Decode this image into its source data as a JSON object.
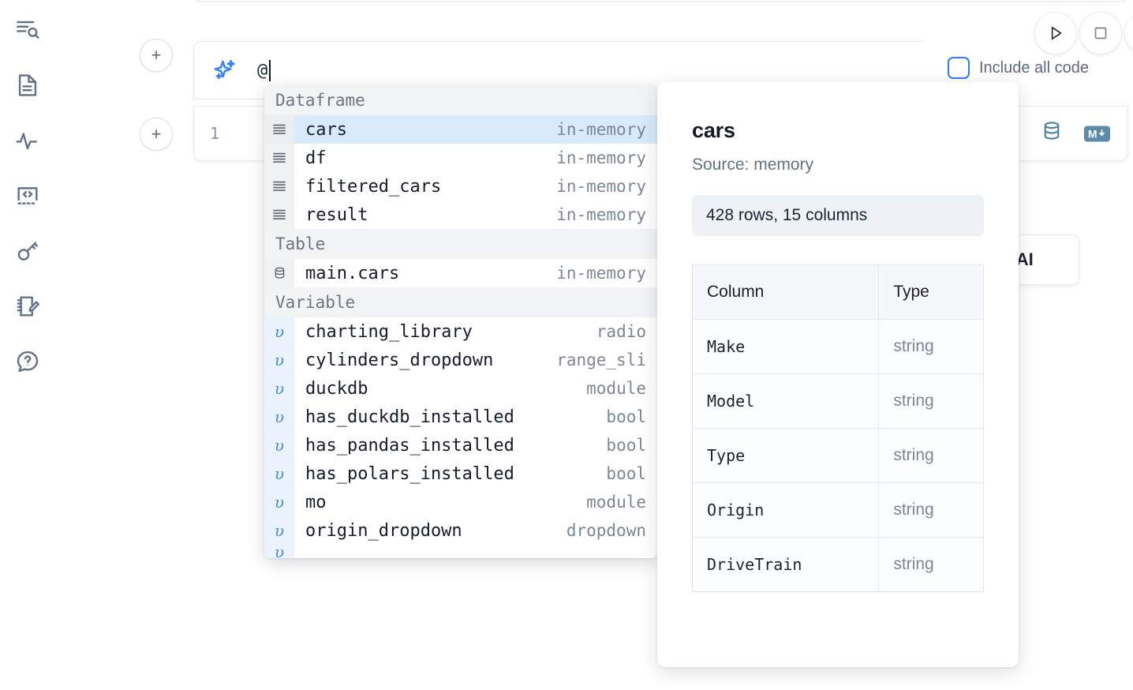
{
  "rail": {
    "items": [
      {
        "name": "explore-icon",
        "label": "Explore"
      },
      {
        "name": "file-icon",
        "label": "Files"
      },
      {
        "name": "activity-icon",
        "label": "Variables"
      },
      {
        "name": "code-snippet-icon",
        "label": "Snippets"
      },
      {
        "name": "key-icon",
        "label": "Secrets"
      },
      {
        "name": "notebook-edit-icon",
        "label": "Scratchpad"
      },
      {
        "name": "help-chat-icon",
        "label": "Help"
      }
    ]
  },
  "toolbar": {
    "run_label": "Run",
    "stop_label": "Stop",
    "include_all_code_label": "Include all code",
    "include_all_code_checked": false,
    "accent_blue": "#2f7ef0"
  },
  "prompt": {
    "value": "@",
    "icon": "sparkles-icon"
  },
  "cell": {
    "line_number": "1",
    "sql_icon": "database-icon",
    "markdown_badge": "M",
    "icon_color": "#5d8aa8"
  },
  "ai_chip": {
    "text": "h AI"
  },
  "autocomplete": {
    "sections": [
      {
        "title": "Dataframe",
        "kind": "dataframe",
        "items": [
          {
            "name": "cars",
            "type": "in-memory",
            "selected": true
          },
          {
            "name": "df",
            "type": "in-memory",
            "selected": false
          },
          {
            "name": "filtered_cars",
            "type": "in-memory",
            "selected": false
          },
          {
            "name": "result",
            "type": "in-memory",
            "selected": false
          }
        ]
      },
      {
        "title": "Table",
        "kind": "table",
        "items": [
          {
            "name": "main.cars",
            "type": "in-memory",
            "selected": false
          }
        ]
      },
      {
        "title": "Variable",
        "kind": "variable",
        "items": [
          {
            "name": "charting_library",
            "type": "radio",
            "selected": false
          },
          {
            "name": "cylinders_dropdown",
            "type": "range_sli",
            "selected": false
          },
          {
            "name": "duckdb",
            "type": "module",
            "selected": false
          },
          {
            "name": "has_duckdb_installed",
            "type": "bool",
            "selected": false
          },
          {
            "name": "has_pandas_installed",
            "type": "bool",
            "selected": false
          },
          {
            "name": "has_polars_installed",
            "type": "bool",
            "selected": false
          },
          {
            "name": "mo",
            "type": "module",
            "selected": false
          },
          {
            "name": "origin_dropdown",
            "type": "dropdown",
            "selected": false
          }
        ]
      }
    ]
  },
  "detail": {
    "title": "cars",
    "source": "Source: memory",
    "shape": "428 rows, 15 columns",
    "columns_header": "Column",
    "type_header": "Type",
    "rows": [
      {
        "column": "Make",
        "type": "string"
      },
      {
        "column": "Model",
        "type": "string"
      },
      {
        "column": "Type",
        "type": "string"
      },
      {
        "column": "Origin",
        "type": "string"
      },
      {
        "column": "DriveTrain",
        "type": "string"
      }
    ]
  }
}
